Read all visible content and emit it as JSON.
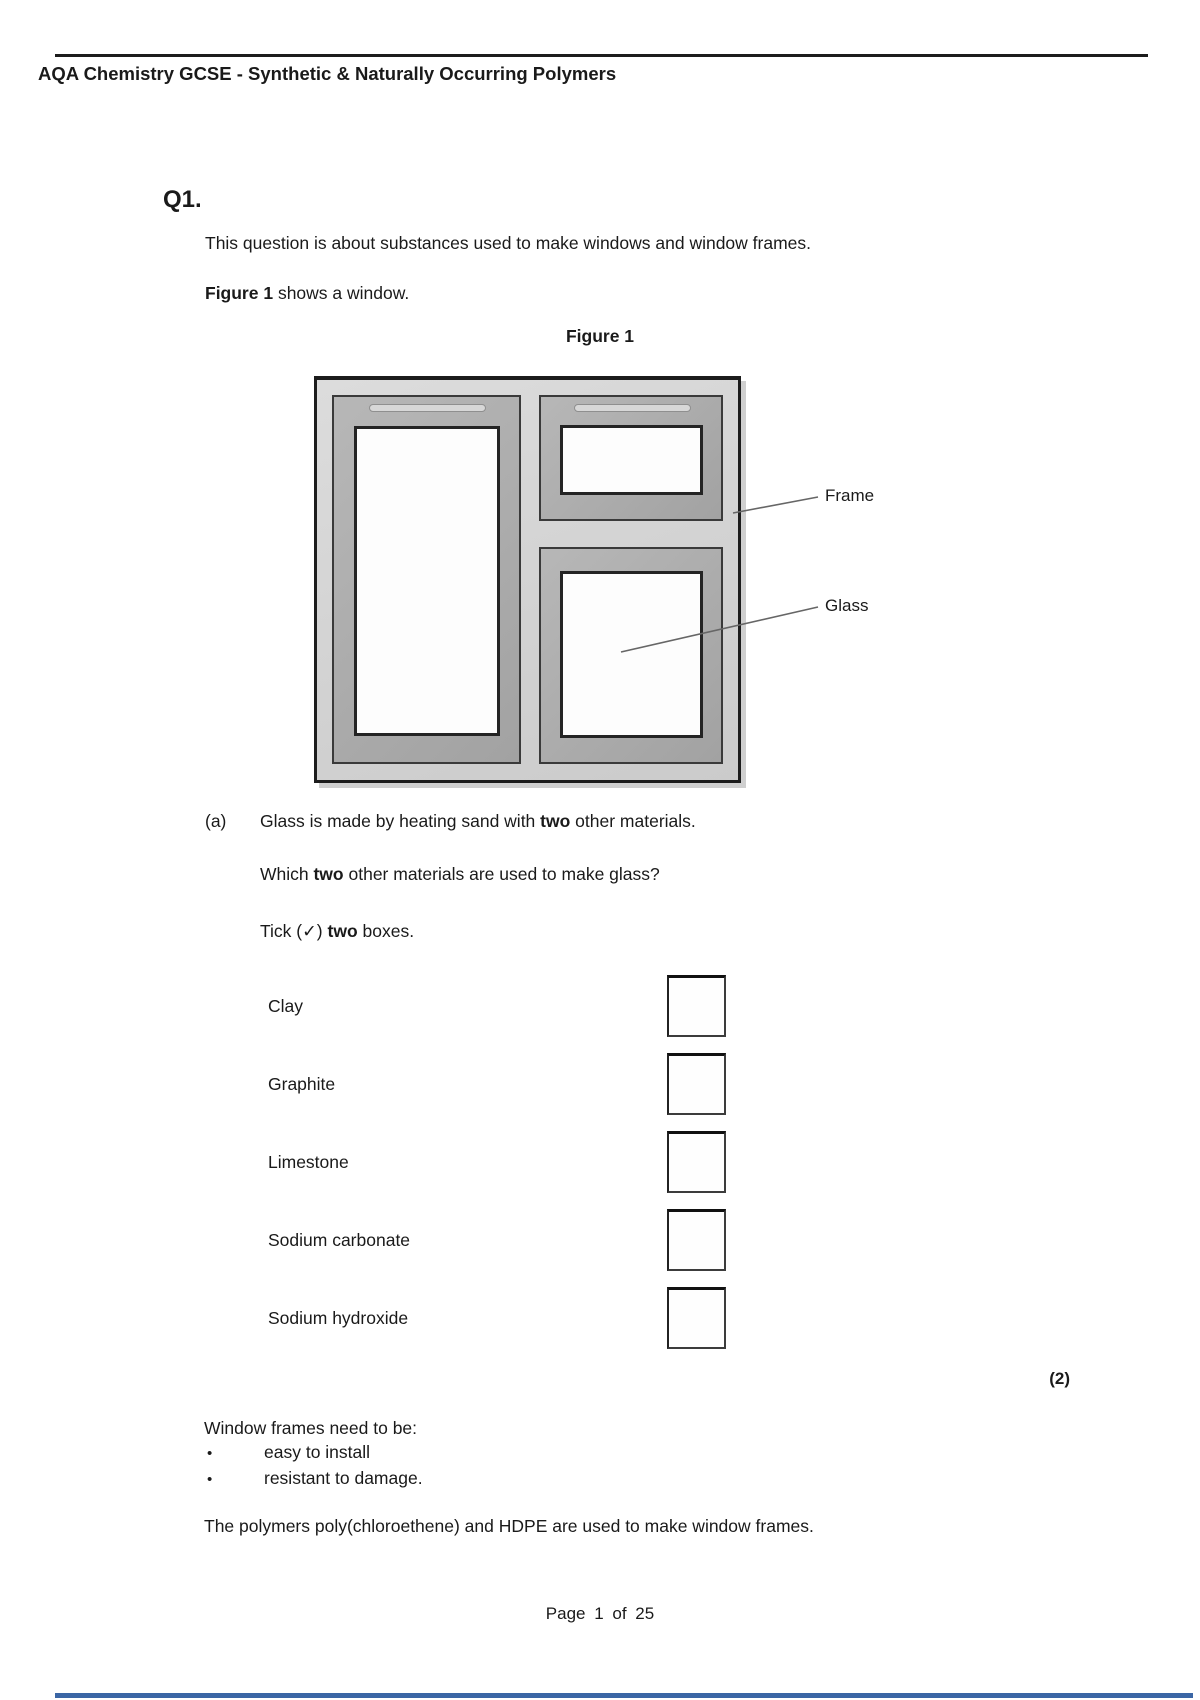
{
  "header": {
    "title": "AQA Chemistry GCSE - Synthetic & Naturally Occurring Polymers"
  },
  "question": {
    "number": "Q1.",
    "intro": "This question is about substances used to make windows and window frames.",
    "figure_ref": {
      "bold": "Figure 1",
      "rest": " shows a window."
    },
    "figure": {
      "title": "Figure 1",
      "frame_label": "Frame",
      "glass_label": "Glass"
    },
    "part_a": {
      "marker": "(a)",
      "statement": {
        "pre": "Glass is made by heating sand with ",
        "bold": "two",
        "post": " other materials."
      },
      "prompt": {
        "pre": "Which ",
        "bold": "two",
        "post": " other materials are used to make glass?"
      },
      "tick_instruction": {
        "pre": "Tick (",
        "tick": "✓",
        "mid": ") ",
        "bold": "two",
        "post": " boxes."
      },
      "options": [
        "Clay",
        "Graphite",
        "Limestone",
        "Sodium carbonate",
        "Sodium hydroxide"
      ],
      "marks": "(2)"
    },
    "frames_info": {
      "intro": "Window frames need to be:",
      "bullet_char": "•",
      "bullets": [
        "easy to install",
        "resistant to damage."
      ],
      "closing": "The polymers poly(chloroethene) and HDPE are used to make window frames."
    }
  },
  "footer": {
    "page_label": "Page 1 of 25"
  },
  "colors": {
    "accent_bar": "#3b66a5",
    "frame_light": "#d2d2d2",
    "sash_gray": "#ababab",
    "text": "#1a1a1a"
  }
}
